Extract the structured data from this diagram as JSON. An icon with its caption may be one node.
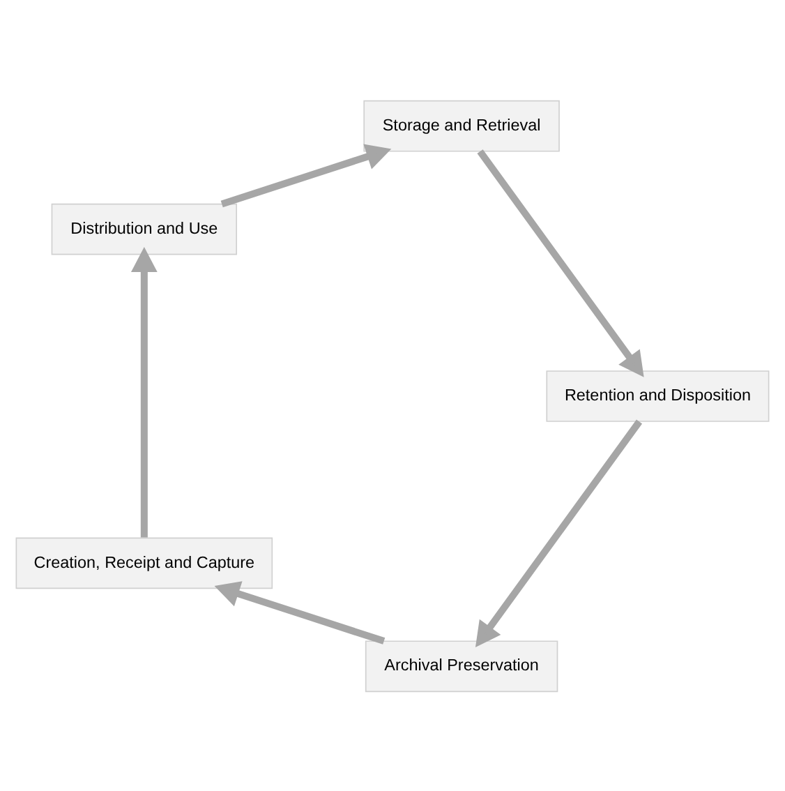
{
  "diagram": {
    "nodes": [
      {
        "text": [
          "Archival Preservation"
        ]
      },
      {
        "text": [
          "Creation, Receipt and Capture"
        ]
      },
      {
        "text": [
          "Retention and Disposition"
        ]
      },
      {
        "text": [
          "Distribution and Use"
        ]
      },
      {
        "text": [
          "Storage and Retrieval"
        ]
      }
    ],
    "edges": [
      {
        "from": 1,
        "to": 3,
        "arrow": "to"
      },
      {
        "from": 3,
        "to": 4,
        "arrow": "to"
      },
      {
        "from": 4,
        "to": 2,
        "arrow": "to"
      },
      {
        "from": 2,
        "to": 0,
        "arrow": "to"
      },
      {
        "from": 0,
        "to": 1,
        "arrow": "to"
      }
    ]
  }
}
